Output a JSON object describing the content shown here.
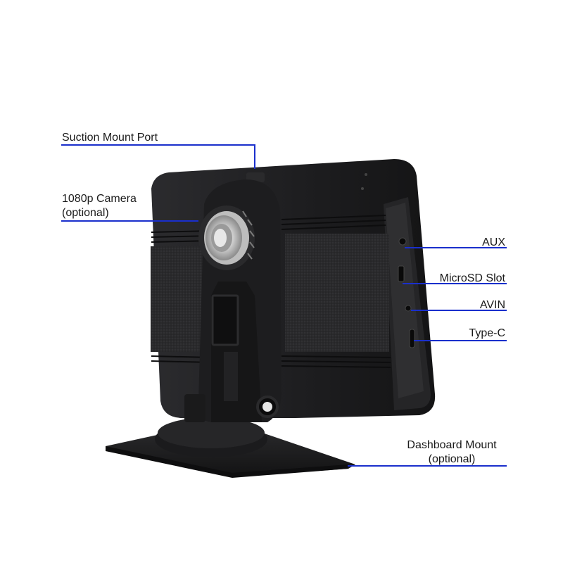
{
  "diagram": {
    "callouts": [
      {
        "id": "suction-mount-port",
        "lines": [
          "Suction Mount Port"
        ]
      },
      {
        "id": "camera",
        "lines": [
          "1080p Camera",
          "(optional)"
        ]
      },
      {
        "id": "aux",
        "lines": [
          "AUX"
        ]
      },
      {
        "id": "microsd",
        "lines": [
          "MicroSD Slot"
        ]
      },
      {
        "id": "avin",
        "lines": [
          "AVIN"
        ]
      },
      {
        "id": "type-c",
        "lines": [
          "Type-C"
        ]
      },
      {
        "id": "dashboard-mount",
        "lines": [
          "Dashboard Mount",
          "(optional)"
        ]
      }
    ],
    "line_color": "#1a2fcc",
    "device_color": "#1c1c1e"
  }
}
